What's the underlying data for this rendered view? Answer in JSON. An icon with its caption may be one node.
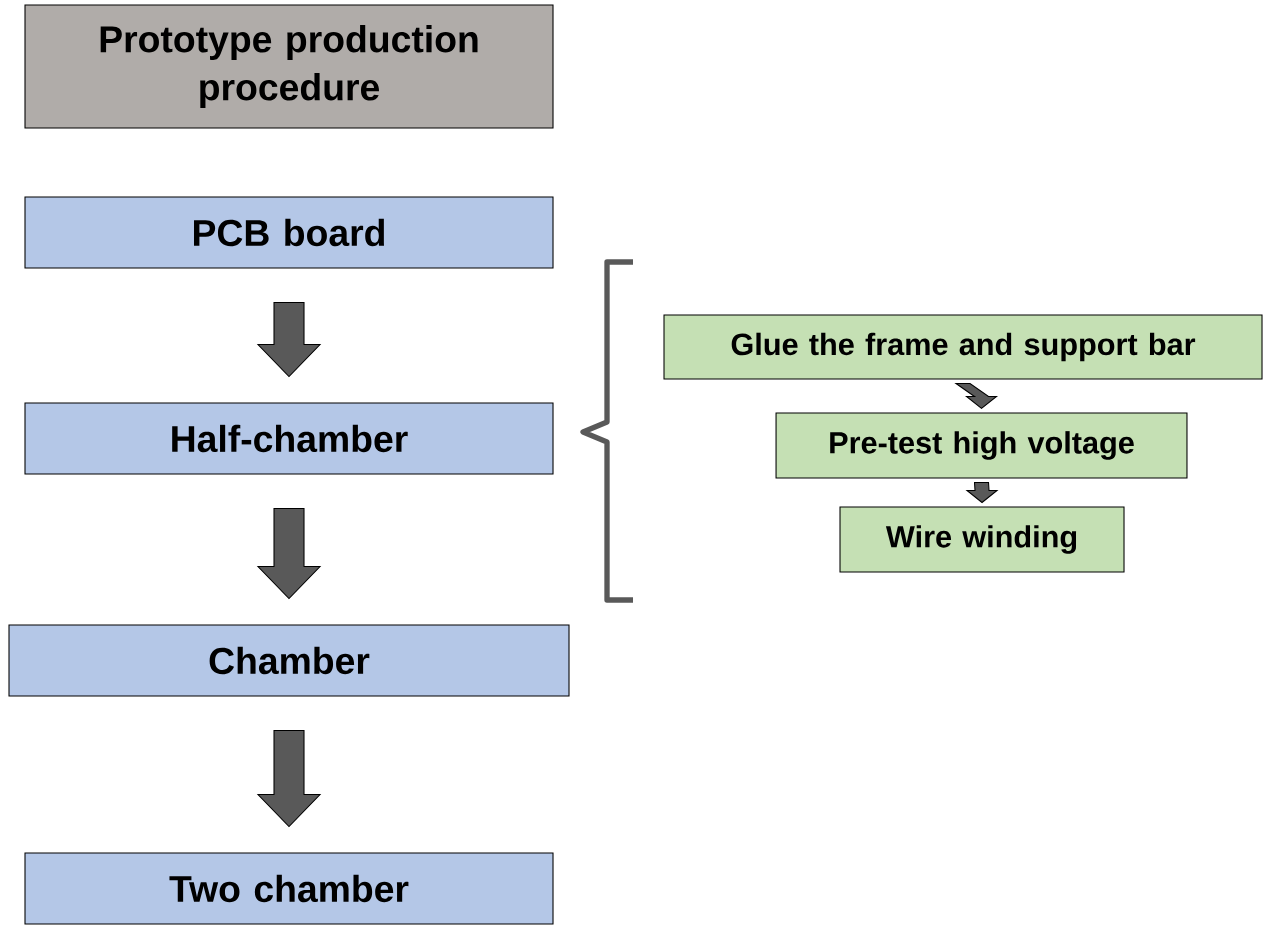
{
  "diagram": {
    "nodes": [
      {
        "text": [
          "Prototype production procedure"
        ]
      },
      {
        "text": [
          "PCB board"
        ]
      },
      {
        "text": [
          "Half-chamber"
        ]
      },
      {
        "text": [
          "Chamber"
        ]
      },
      {
        "text": [
          "Two chamber"
        ]
      },
      {
        "text": [
          "Glue the frame and support bar"
        ]
      },
      {
        "text": [
          "Pre-test high voltage"
        ]
      },
      {
        "text": [
          "Wire winding"
        ]
      }
    ],
    "edges": [
      {
        "from": 1,
        "to": 2,
        "arrow": "to"
      },
      {
        "from": 2,
        "to": 3,
        "arrow": "to"
      },
      {
        "from": 3,
        "to": 4,
        "arrow": "to"
      },
      {
        "from": 5,
        "to": 6,
        "arrow": "to"
      },
      {
        "from": 6,
        "to": 7,
        "arrow": "to"
      }
    ]
  }
}
